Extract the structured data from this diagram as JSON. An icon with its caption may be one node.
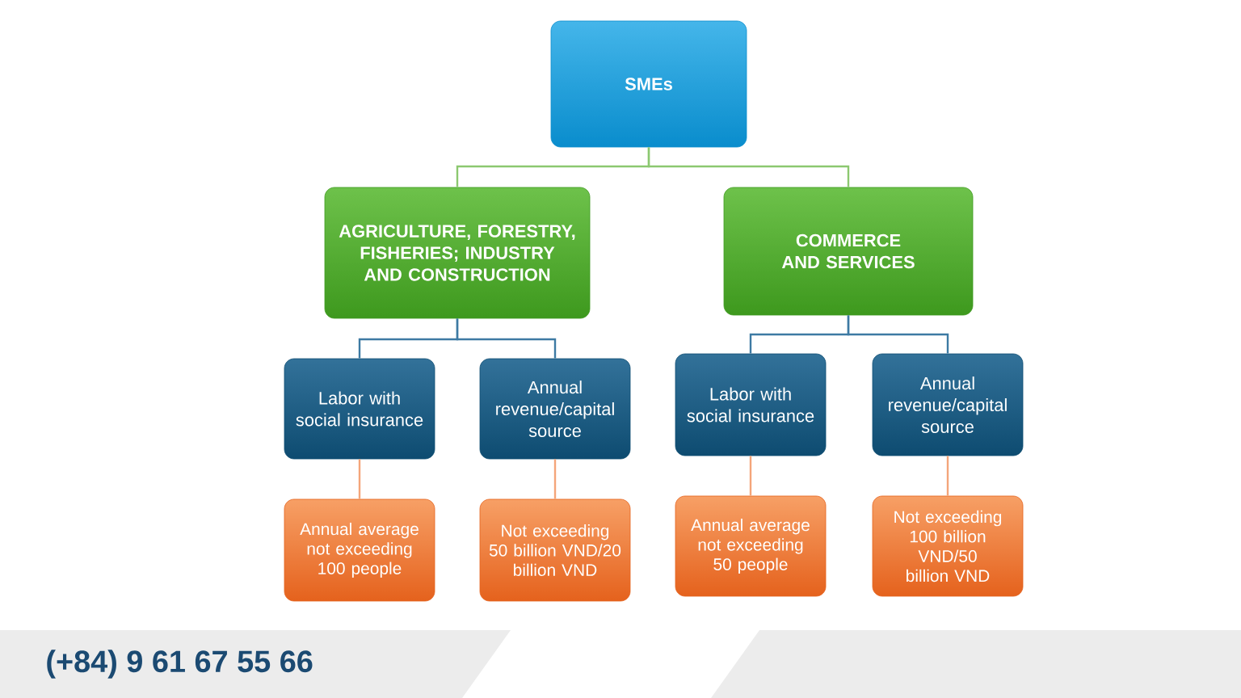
{
  "diagram": {
    "nodes": [
      {
        "text": [
          "SMEs"
        ]
      },
      {
        "text": [
          "AGRICULTURE, FORESTRY, FISHERIES; INDUSTRY AND CONSTRUCTION"
        ]
      },
      {
        "text": [
          "COMMERCE AND SERVICES"
        ]
      },
      {
        "text": [
          "Labor with social insurance"
        ]
      },
      {
        "text": [
          "Annual revenue/capital source"
        ]
      },
      {
        "text": [
          "Labor with social insurance"
        ]
      },
      {
        "text": [
          "Annual revenue/capital source"
        ]
      },
      {
        "text": [
          "Annual average not exceeding 100 people"
        ]
      },
      {
        "text": [
          "Not exceeding 50 billion VND/20 billion VND"
        ]
      },
      {
        "text": [
          "Annual average not exceeding 50 people"
        ]
      },
      {
        "text": [
          "Not exceeding 100 billion VND/50 billion VND"
        ]
      }
    ],
    "edges": [
      {
        "from": 0,
        "to": 1,
        "arrow": "none",
        "color": "#8cc870"
      },
      {
        "from": 0,
        "to": 2,
        "arrow": "none",
        "color": "#8cc870"
      },
      {
        "from": 1,
        "to": 3,
        "arrow": "none",
        "color": "#3d7aa3"
      },
      {
        "from": 1,
        "to": 4,
        "arrow": "none",
        "color": "#3d7aa3"
      },
      {
        "from": 2,
        "to": 5,
        "arrow": "none",
        "color": "#3d7aa3"
      },
      {
        "from": 2,
        "to": 6,
        "arrow": "none",
        "color": "#3d7aa3"
      },
      {
        "from": 3,
        "to": 7,
        "arrow": "none",
        "color": "#f4a57a"
      },
      {
        "from": 4,
        "to": 8,
        "arrow": "none",
        "color": "#f4a57a"
      },
      {
        "from": 5,
        "to": 9,
        "arrow": "none",
        "color": "#f4a57a"
      },
      {
        "from": 6,
        "to": 10,
        "arrow": "none",
        "color": "#f4a57a"
      }
    ],
    "labels": [
      "(+84) 9 61 67 55 66"
    ]
  }
}
